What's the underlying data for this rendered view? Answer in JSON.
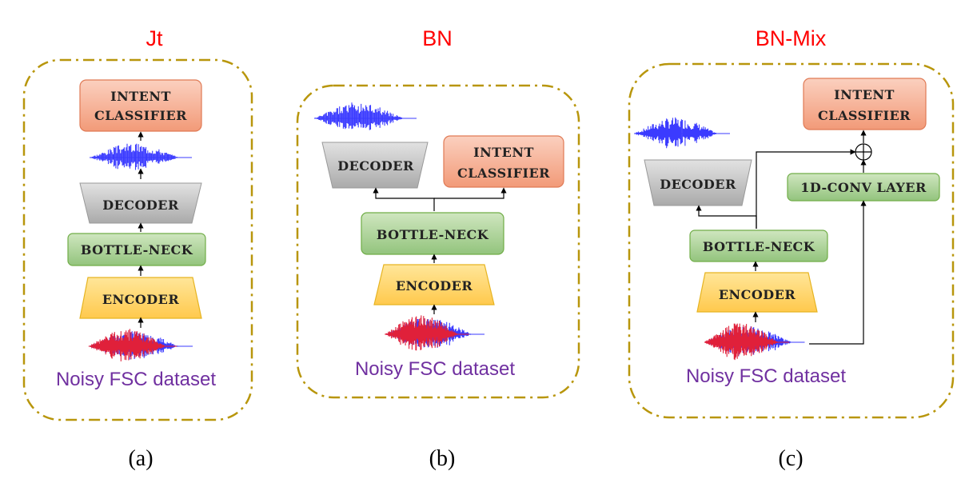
{
  "panels": [
    {
      "id": "a",
      "title": "Jt",
      "caption": "(a)",
      "dataset": "Noisy FSC dataset",
      "intent": [
        "INTENT",
        "CLASSIFIER"
      ],
      "decoder": "DECODER",
      "bottleneck": "BOTTLE-NECK",
      "encoder": "ENCODER"
    },
    {
      "id": "b",
      "title": "BN",
      "caption": "(b)",
      "dataset": "Noisy FSC dataset",
      "intent": [
        "INTENT",
        "CLASSIFIER"
      ],
      "decoder": "DECODER",
      "bottleneck": "BOTTLE-NECK",
      "encoder": "ENCODER"
    },
    {
      "id": "c",
      "title": "BN-Mix",
      "caption": "(c)",
      "dataset": "Noisy FSC dataset",
      "intent": [
        "INTENT",
        "CLASSIFIER"
      ],
      "decoder": "DECODER",
      "bottleneck": "BOTTLE-NECK",
      "encoder": "ENCODER",
      "conv": "1D-CONV LAYER"
    }
  ],
  "colors": {
    "panel_border": "#b8960c",
    "title": "#ff0000",
    "dataset_text": "#7030a0",
    "intent_fill": "#f5b09a",
    "intent_stroke": "#e07a55",
    "decoder_fill": "#c8c8c8",
    "bottleneck_fill": "#a9d18e",
    "bottleneck_stroke": "#70ad47",
    "encoder_fill": "#ffd966",
    "encoder_stroke": "#e6b422",
    "clean_wave": "#3b3bff",
    "noisy_wave": "#e0203a"
  }
}
